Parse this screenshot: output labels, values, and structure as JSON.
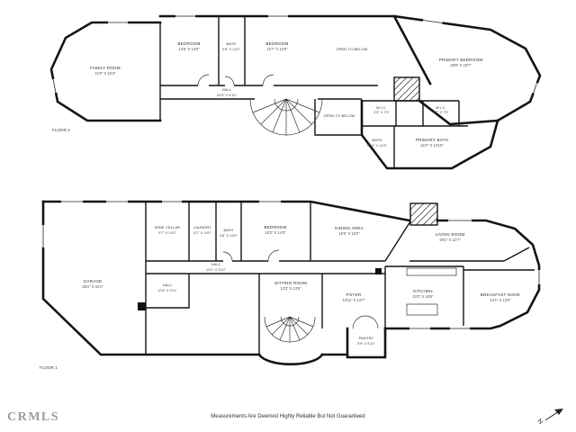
{
  "floor2": {
    "label": "FLOOR 2",
    "rooms": [
      {
        "name": "FAMILY ROOM",
        "dims": "21'0\" X 22'2\""
      },
      {
        "name": "BEDROOM",
        "dims": "14'6\" X 14'0\""
      },
      {
        "name": "BATH",
        "dims": "5'8\" X 14'0\""
      },
      {
        "name": "BEDROOM",
        "dims": "12'7\" X 14'0\""
      },
      {
        "name": "OPEN TO BELOW",
        "dims": ""
      },
      {
        "name": "PRIMARY BEDROOM",
        "dims": "28'8\" X 23'7\""
      },
      {
        "name": "HALL",
        "dims": "43'5\" X 4'10\""
      },
      {
        "name": "OPEN TO BELOW",
        "dims": ""
      },
      {
        "name": "W.I.C.",
        "dims": "4'5\" X 7'5\""
      },
      {
        "name": "W.I.C.",
        "dims": "6'0\" X 7'5\""
      },
      {
        "name": "BATH",
        "dims": "9'10\" X 10'5\""
      },
      {
        "name": "PRIMARY BATH",
        "dims": "18'2\" X 14'10\""
      }
    ]
  },
  "floor1": {
    "label": "FLOOR 1",
    "rooms": [
      {
        "name": "GARAGE",
        "dims": "28'2\" X 34'1\""
      },
      {
        "name": "WINE CELLAR",
        "dims": "9'7\" X 14'0\""
      },
      {
        "name": "LAUNDRY",
        "dims": "6'2\" X 14'0\""
      },
      {
        "name": "BATH",
        "dims": "4'8\" X 14'0\""
      },
      {
        "name": "BEDROOM",
        "dims": "10'2\" X 14'0\""
      },
      {
        "name": "HALL",
        "dims": "12'8\" X 5'11\""
      },
      {
        "name": "HALL",
        "dims": "14'0\" X 3'10\""
      },
      {
        "name": "DINING AREA",
        "dims": "16'0\" X 15'0\""
      },
      {
        "name": "LIVING ROOM",
        "dims": "29'1\" X 12'7\""
      },
      {
        "name": "SITTING ROOM",
        "dims": "13'3\" X 13'5\""
      },
      {
        "name": "FOYER",
        "dims": "13'11\" X 14'7\""
      },
      {
        "name": "KITCHEN",
        "dims": "23'2\" X 18'5\""
      },
      {
        "name": "BREAKFAST NOOK",
        "dims": "13'1\" X 13'0\""
      },
      {
        "name": "PANTRY",
        "dims": "5'9\" X 5'10\""
      }
    ]
  },
  "footer": {
    "logo": "CRMLS",
    "disclaimer": "Measurements Are Deemed Highly Reliable But Not Guaranteed",
    "compass_label": "N"
  }
}
